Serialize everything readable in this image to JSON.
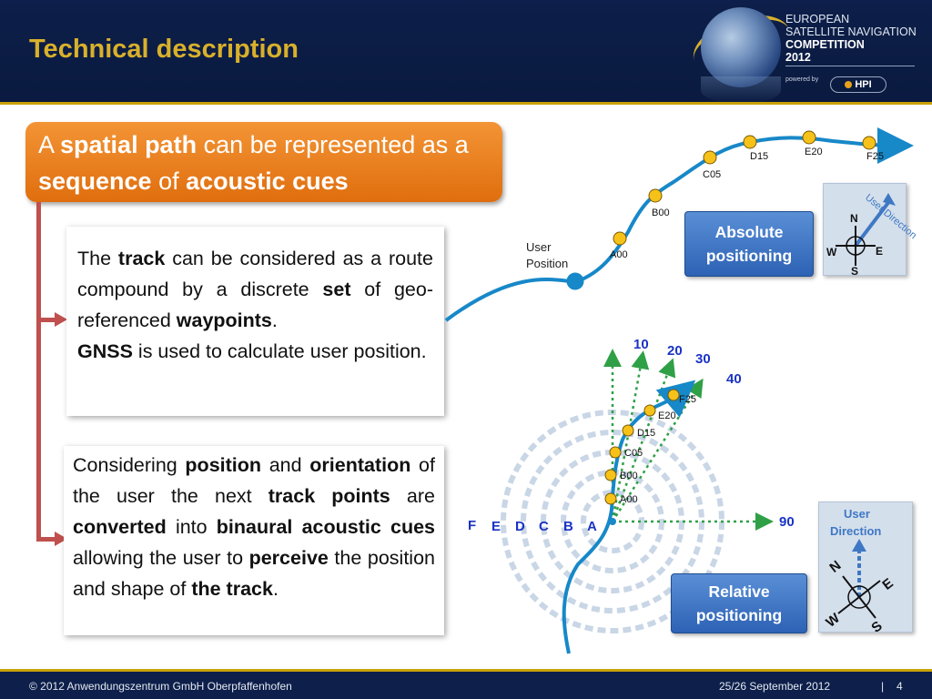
{
  "header": {
    "title": "Technical description",
    "logo": {
      "line1": "EUROPEAN",
      "line2": "SATELLITE NAVIGATION",
      "line3": "COMPETITION",
      "line4": "2012",
      "powered_by": "powered by",
      "partner": "HPI"
    }
  },
  "callout": {
    "p1": "A ",
    "b1": "spatial path",
    "p2": " can be represented as a ",
    "b2": "sequence",
    "p3": " of ",
    "b3": "acoustic cues"
  },
  "box_track": {
    "t1": "The ",
    "b1": "track",
    "t2": " can be considered as a route compound by a discrete ",
    "b2": "set",
    "t3": " of geo-referenced ",
    "b3": "waypoints",
    "t4": ".",
    "b4": "GNSS",
    "t5": " is used to calculate user position."
  },
  "box_position": {
    "t1": "Considering ",
    "b1": "position",
    "t2": " and ",
    "b2": "orientation",
    "t3": " of the user the next ",
    "b3": "track points",
    "t4": " are ",
    "b4": "converted",
    "t5": " into ",
    "b5": "binaural acoustic cues",
    "t6": " allowing the user to ",
    "b6": "perceive",
    "t7": " the position and shape of ",
    "b7": "the track",
    "t8": "."
  },
  "top_diagram": {
    "user_position": [
      "User",
      "Position"
    ],
    "waypoints": [
      "A00",
      "B00",
      "C05",
      "D15",
      "E20",
      "F25"
    ],
    "label": "Absolute positioning",
    "compass": {
      "n": "N",
      "s": "S",
      "e": "E",
      "w": "W",
      "direction": "User Direction"
    }
  },
  "bottom_diagram": {
    "waypoints": [
      "A00",
      "B00",
      "C05",
      "D15",
      "E20",
      "F25"
    ],
    "ring_letters": [
      "F",
      "E",
      "D",
      "C",
      "B",
      "A"
    ],
    "angles": [
      "10",
      "20",
      "30",
      "40",
      "90"
    ],
    "label": "Relative positioning",
    "compass": {
      "n": "N",
      "s": "S",
      "e": "E",
      "w": "W",
      "direction": "User Direction"
    }
  },
  "colors": {
    "track": "#1788c8",
    "waypoint": "#f6c21a",
    "arrows": "#2fa046",
    "angle_text": "#1a33c4",
    "bracket": "#c0504d",
    "header_bg": "#0d1f4a",
    "title": "#d8b02b"
  },
  "footer": {
    "copyright": "© 2012 Anwendungszentrum GmbH Oberpfaffenhofen",
    "date": "25/26 September 2012",
    "separator": "|",
    "page": "4"
  }
}
